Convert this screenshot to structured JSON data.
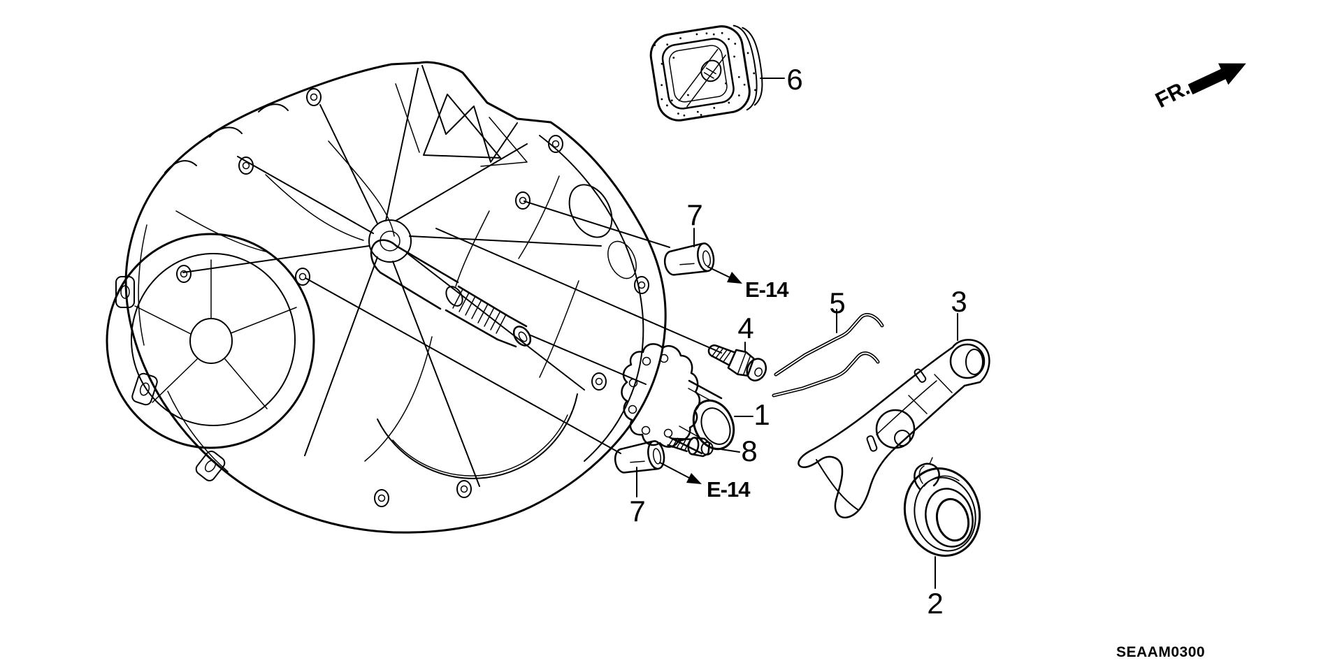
{
  "diagram": {
    "code": "SEAAM0300",
    "front_direction": "FR.",
    "callouts": {
      "c1": "1",
      "c2": "2",
      "c3": "3",
      "c4": "4",
      "c5": "5",
      "c6": "6",
      "c7_top": "7",
      "c7_bottom": "7",
      "c8": "8"
    },
    "refs": {
      "e14_top": "E-14",
      "e14_bottom": "E-14"
    }
  },
  "colors": {
    "line": "#000000",
    "bg": "#ffffff"
  }
}
